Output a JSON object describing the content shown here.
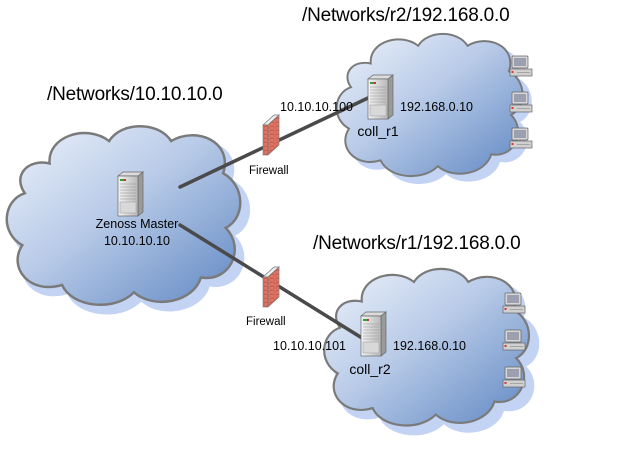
{
  "diagram": {
    "networks": [
      {
        "id": "net-master",
        "title": "/Networks/10.10.10.0",
        "nodes": [
          {
            "id": "zenoss-master",
            "type": "server",
            "name": "Zenoss Master",
            "ip": "10.10.10.10"
          }
        ]
      },
      {
        "id": "net-r2",
        "title": "/Networks/r2/192.168.0.0",
        "nodes": [
          {
            "id": "coll_r1",
            "type": "server",
            "name": "coll_r1",
            "ip_left": "10.10.10.100",
            "ip_right": "192.168.0.10"
          },
          {
            "id": "r2-pc-1",
            "type": "workstation"
          },
          {
            "id": "r2-pc-2",
            "type": "workstation"
          },
          {
            "id": "r2-pc-3",
            "type": "workstation"
          }
        ]
      },
      {
        "id": "net-r1",
        "title": "/Networks/r1/192.168.0.0",
        "nodes": [
          {
            "id": "coll_r2",
            "type": "server",
            "name": "coll_r2",
            "ip_left": "10.10.10.101",
            "ip_right": "192.168.0.10"
          },
          {
            "id": "r1-pc-1",
            "type": "workstation"
          },
          {
            "id": "r1-pc-2",
            "type": "workstation"
          },
          {
            "id": "r1-pc-3",
            "type": "workstation"
          }
        ]
      }
    ],
    "firewalls": [
      {
        "id": "firewall-top",
        "label": "Firewall"
      },
      {
        "id": "firewall-bottom",
        "label": "Firewall"
      }
    ],
    "links": [
      {
        "from": "zenoss-master",
        "to": "coll_r1",
        "via": "firewall-top"
      },
      {
        "from": "zenoss-master",
        "to": "coll_r2",
        "via": "firewall-bottom"
      }
    ],
    "colors": {
      "cloud_light": "#e8eef8",
      "cloud_dark": "#6d92c8",
      "cloud_halo": "#c3d3f3",
      "cloud_outline": "#7a7a7a",
      "link": "#4a4a4a",
      "brick": "#c9594a"
    }
  }
}
